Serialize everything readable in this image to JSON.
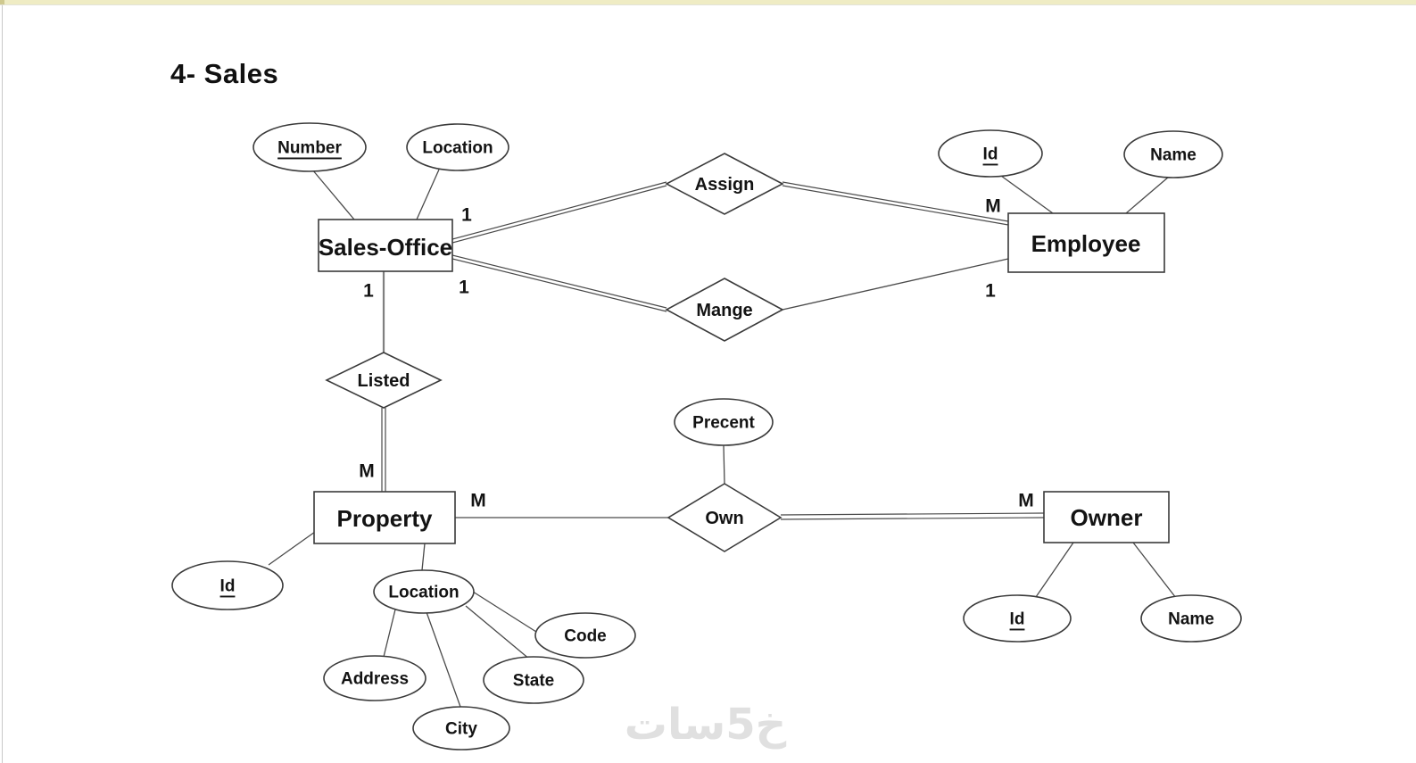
{
  "page": {
    "title": "4- Sales"
  },
  "watermark": {
    "text": "خ5سات"
  },
  "colors": {
    "shape_stroke": "#3a3a3a",
    "connector": "#4a4a4a",
    "text": "#131313",
    "watermark": "#e0e0e0",
    "top_strip": "#efecc4"
  },
  "diagram": {
    "type": "entity-relationship",
    "entities": [
      {
        "label": "Sales-Office"
      },
      {
        "label": "Employee"
      },
      {
        "label": "Property"
      },
      {
        "label": "Owner"
      }
    ],
    "relationships": [
      {
        "label": "Assign",
        "between": [
          "Sales-Office",
          "Employee"
        ]
      },
      {
        "label": "Mange",
        "between": [
          "Sales-Office",
          "Employee"
        ]
      },
      {
        "label": "Listed",
        "between": [
          "Sales-Office",
          "Property"
        ]
      },
      {
        "label": "Own",
        "between": [
          "Property",
          "Owner"
        ]
      }
    ],
    "attributes": [
      {
        "label": "Number",
        "key": true,
        "of": "Sales-Office"
      },
      {
        "label": "Location",
        "key": false,
        "of": "Sales-Office"
      },
      {
        "label": "Id",
        "key": true,
        "of": "Employee"
      },
      {
        "label": "Name",
        "key": false,
        "of": "Employee"
      },
      {
        "label": "Precent",
        "key": false,
        "of": "Own"
      },
      {
        "label": "Id",
        "key": true,
        "of": "Property"
      },
      {
        "label": "Location",
        "key": false,
        "of": "Property"
      },
      {
        "label": "Address",
        "key": false,
        "of": "Location"
      },
      {
        "label": "City",
        "key": false,
        "of": "Location"
      },
      {
        "label": "State",
        "key": false,
        "of": "Location"
      },
      {
        "label": "Code",
        "key": false,
        "of": "Location"
      },
      {
        "label": "Id",
        "key": true,
        "of": "Owner"
      },
      {
        "label": "Name",
        "key": false,
        "of": "Owner"
      }
    ],
    "cardinalities": [
      {
        "label": "1",
        "edge": "Sales-Office to Assign"
      },
      {
        "label": "M",
        "edge": "Assign to Employee"
      },
      {
        "label": "1",
        "edge": "Sales-Office to Mange"
      },
      {
        "label": "1",
        "edge": "Mange to Employee"
      },
      {
        "label": "1",
        "edge": "Sales-Office to Listed"
      },
      {
        "label": "M",
        "edge": "Listed to Property"
      },
      {
        "label": "M",
        "edge": "Property to Own"
      },
      {
        "label": "M",
        "edge": "Own to Owner"
      }
    ]
  }
}
